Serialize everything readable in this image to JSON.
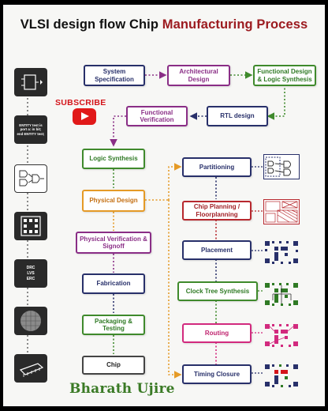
{
  "title": {
    "part1": "VLSI design flow Chip ",
    "part2": "Manufacturing Process"
  },
  "boxes": {
    "system_spec": "System Specification",
    "arch_design": "Architectural Design",
    "func_design": "Functional Design & Logic Synthesis",
    "rtl_design": "RTL design",
    "func_verif": "Functional Verification",
    "logic_synth": "Logic Synthesis",
    "physical_design": "Physical Design",
    "phys_verif": "Physical Verification & Signoff",
    "fabrication": "Fabrication",
    "packaging": "Packaging & Testing",
    "chip": "Chip",
    "partitioning": "Partitioning",
    "chip_planning": "Chip Planning / Floorplanning",
    "placement": "Placement",
    "cts": "Clock Tree Synthesis",
    "routing": "Routing",
    "timing_closure": "Timing Closure"
  },
  "left_icons": {
    "entity_text": "ENTITY test is\nport a: in bit;\nend ENTITY test;",
    "drc_text": "DRC\nLVS\nERC"
  },
  "subscribe": "SUBSCRIBE",
  "author": "Bharath Ujire",
  "colors": {
    "navy": "#28306a",
    "purple": "#8a2e86",
    "green": "#3f8a2c",
    "orange": "#e59a26",
    "red": "#b7282e",
    "pink": "#d22a7e",
    "title_accent": "#9c1b20"
  }
}
